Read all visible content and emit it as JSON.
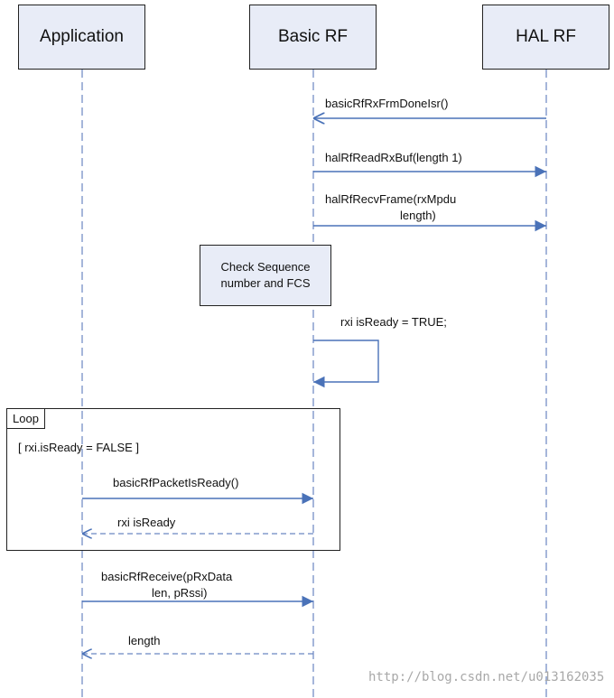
{
  "actors": {
    "application": "Application",
    "basic_rf": "Basic RF",
    "hal_rf": "HAL RF"
  },
  "messages": {
    "m1": "basicRfRxFrmDoneIsr()",
    "m2": "halRfReadRxBuf(length 1)",
    "m3_line1": "halRfRecvFrame(rxMpdu",
    "m3_line2": "length)",
    "self_call": "rxi isReady = TRUE;",
    "m5": "basicRfPacketIsReady()",
    "m6": "rxi isReady",
    "m7_line1": "basicRfReceive(pRxData",
    "m7_line2": "len, pRssi)",
    "m8": "length"
  },
  "note": {
    "line1": "Check Sequence",
    "line2": "number and FCS"
  },
  "loop": {
    "tag": "Loop",
    "guard": "[ rxi.isReady = FALSE ]"
  },
  "watermark": "http://blog.csdn.net/u013162035",
  "colors": {
    "arrow": "#4a72b8",
    "lifeline": "#6a86c2",
    "box_fill": "#e8ecf7"
  }
}
